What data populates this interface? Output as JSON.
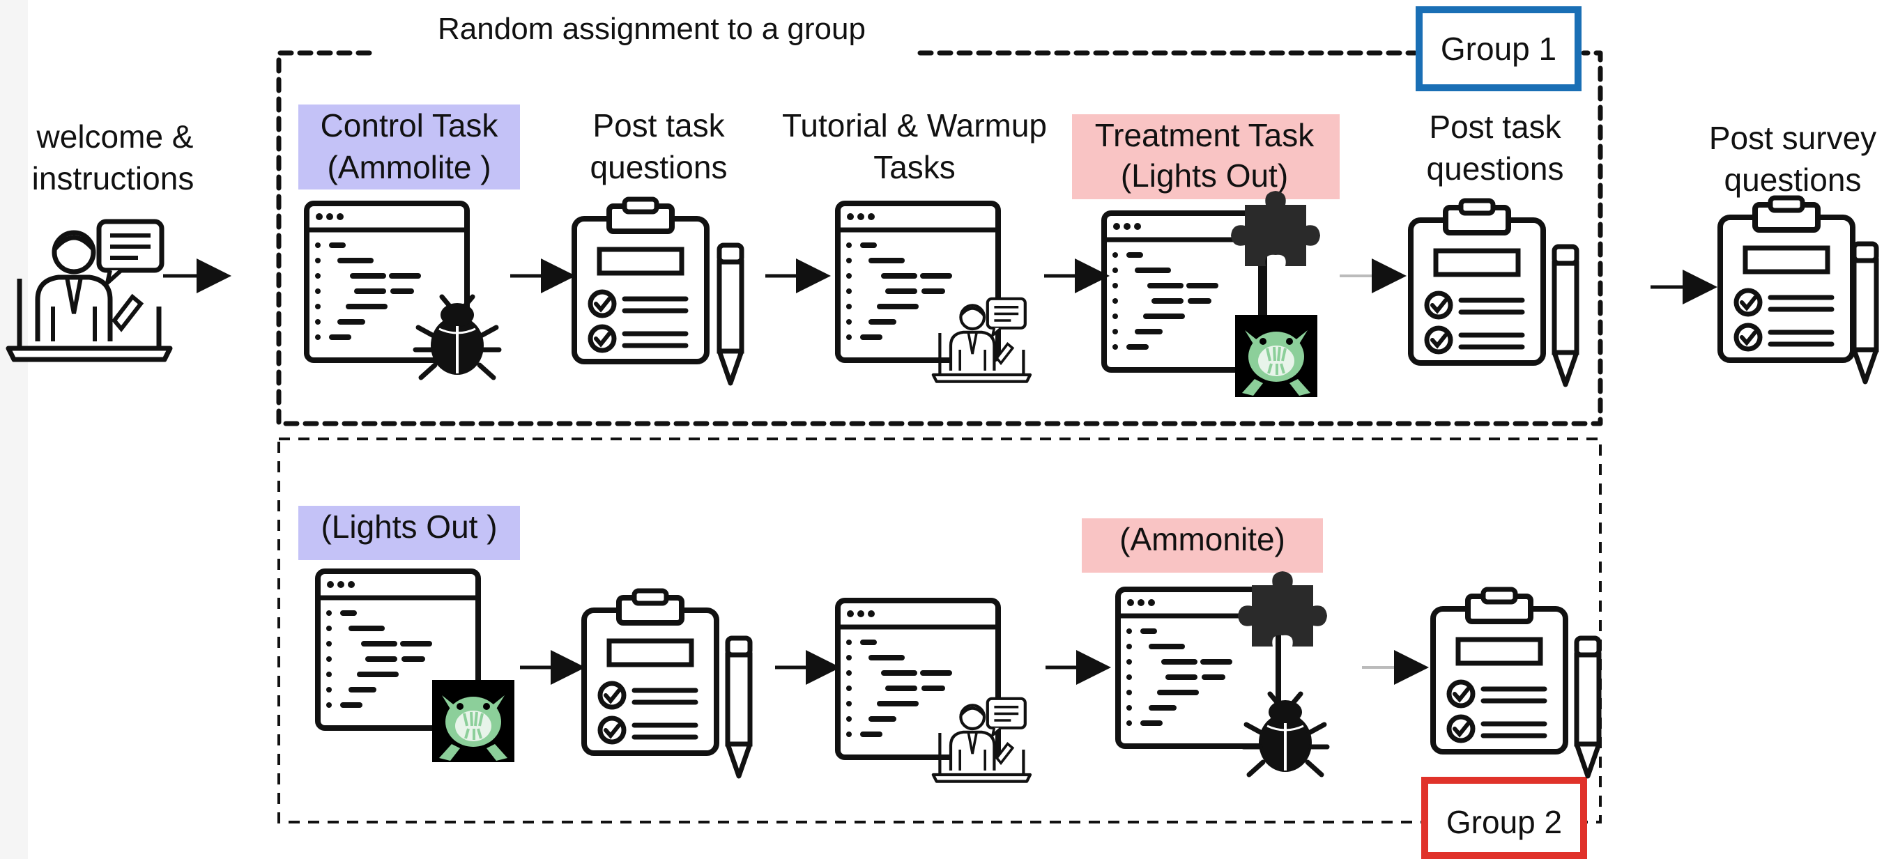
{
  "diagram": {
    "assignment_label": "Random assignment to a group",
    "start": {
      "line1": "welcome &",
      "line2": "instructions"
    },
    "end": {
      "line1": "Post survey",
      "line2": "questions"
    },
    "group1": {
      "tag": "Group 1",
      "tag_color": "#1a6fb5",
      "control_task": {
        "line1": "Control Task",
        "line2": "(Ammolite )",
        "highlight": "#c4c2f7"
      },
      "post_task_1": {
        "line1": "Post task",
        "line2": "questions"
      },
      "tutorial": {
        "line1": "Tutorial & Warmup",
        "line2": "Tasks"
      },
      "treatment_task": {
        "line1": "Treatment Task",
        "line2": "(Lights Out)",
        "highlight": "#f9c4c4"
      },
      "post_task_2": {
        "line1": "Post task",
        "line2": "questions"
      }
    },
    "group2": {
      "tag": "Group 2",
      "tag_color": "#e0322a",
      "control_task": {
        "line1": "(Lights Out )",
        "highlight": "#c4c2f7"
      },
      "treatment_task": {
        "line1": "(Ammonite)",
        "highlight": "#f9c4c4"
      }
    },
    "icons": [
      "teacher-laptop-icon",
      "code-window-icon",
      "bug-icon",
      "clipboard-checklist-icon",
      "pencil-icon",
      "puzzle-icon",
      "monster-icon",
      "arrow-icon"
    ]
  }
}
